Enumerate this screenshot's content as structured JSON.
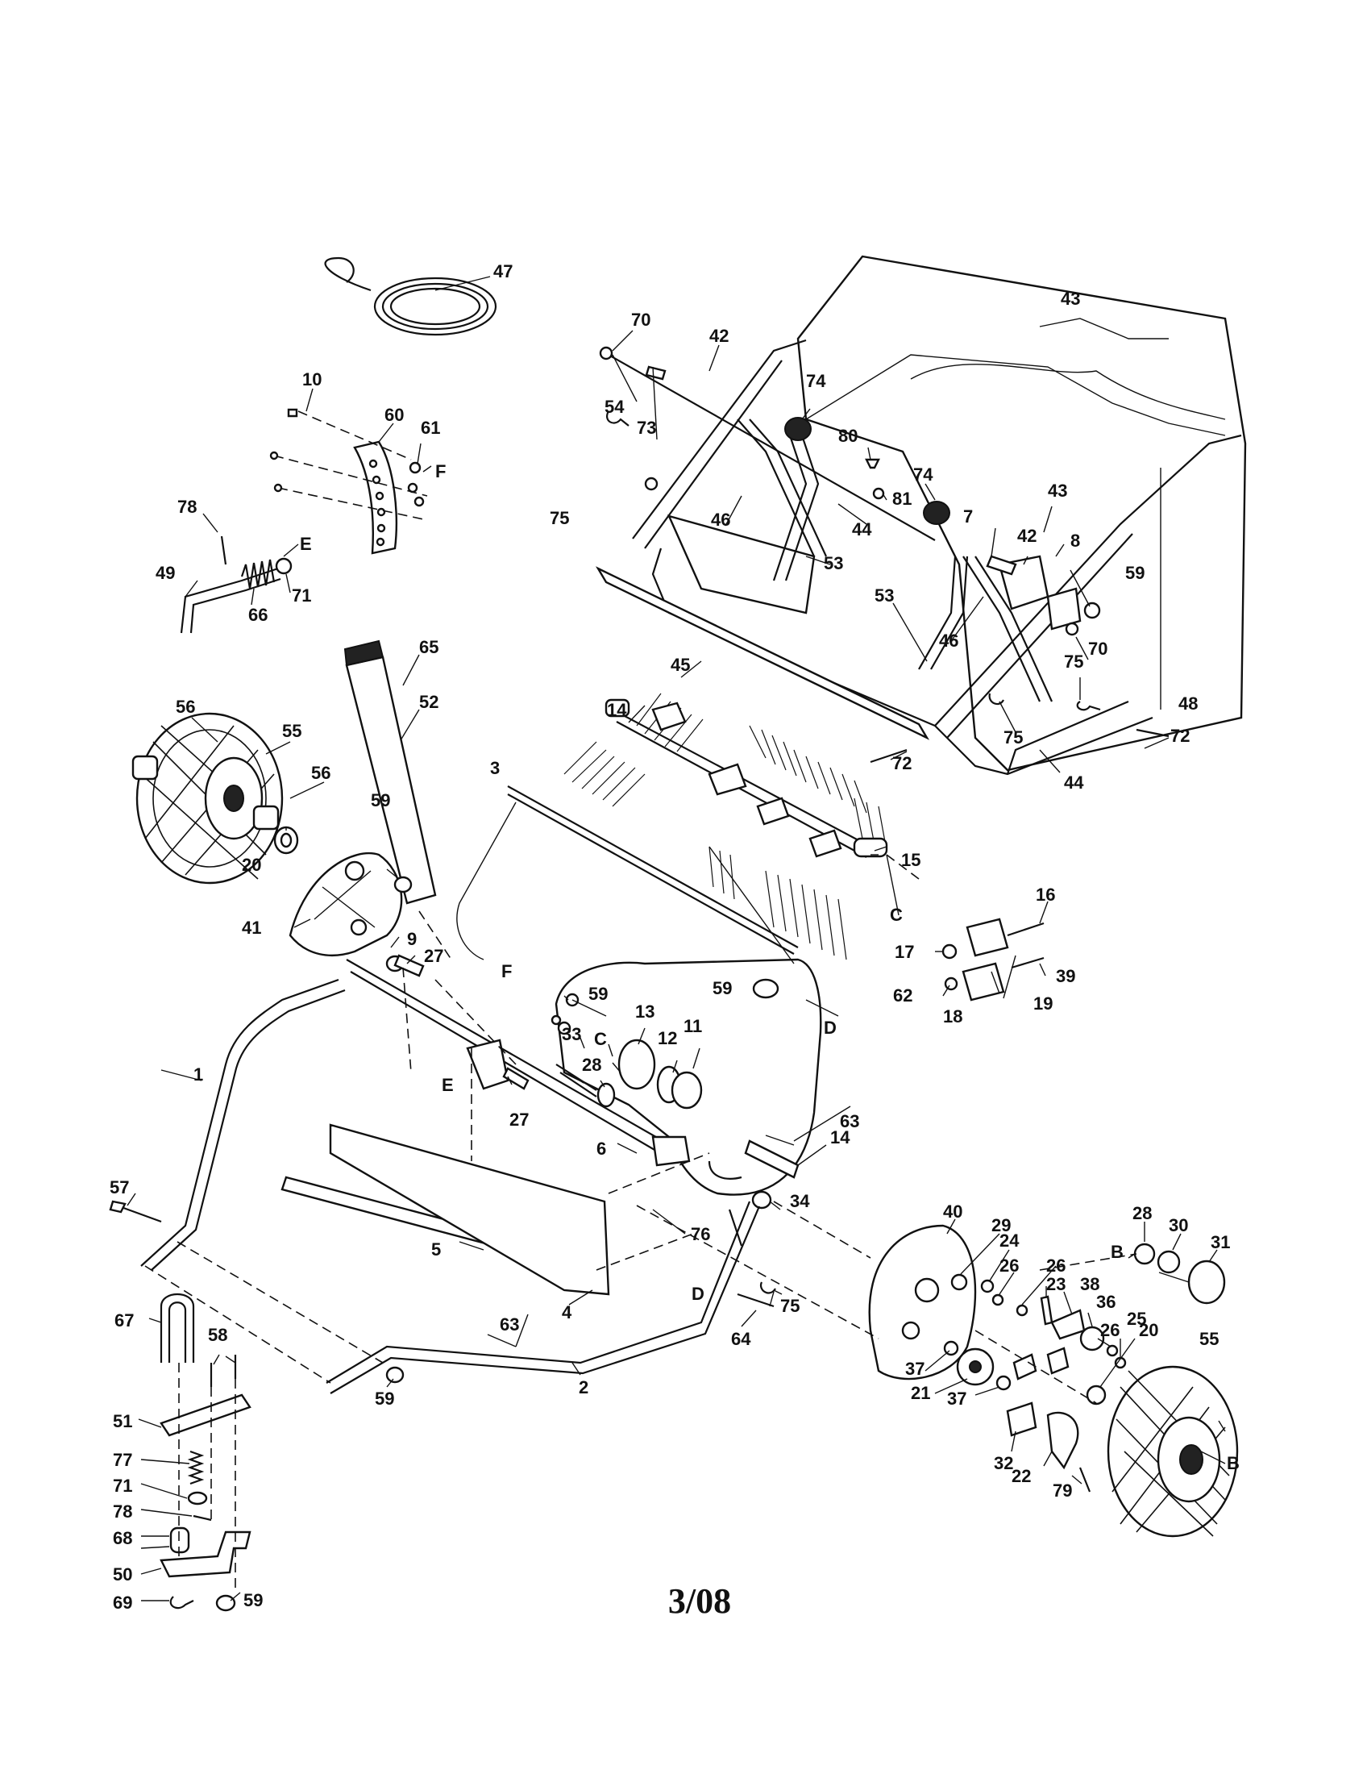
{
  "footer": {
    "date_code": "3/08"
  },
  "callouts": {
    "n1": "1",
    "n2": "2",
    "n3": "3",
    "n4": "4",
    "n5": "5",
    "n6": "6",
    "n7": "7",
    "n8": "8",
    "n9": "9",
    "n10": "10",
    "n11": "11",
    "n12": "12",
    "n13": "13",
    "n14": "14",
    "n15": "15",
    "n16": "16",
    "n17": "17",
    "n18": "18",
    "n19": "19",
    "n20": "20",
    "n21": "21",
    "n22": "22",
    "n23": "23",
    "n24": "24",
    "n25": "25",
    "n26": "26",
    "n27": "27",
    "n28": "28",
    "n29": "29",
    "n30": "30",
    "n31": "31",
    "n32": "32",
    "n33": "33",
    "n34": "34",
    "n36": "36",
    "n37": "37",
    "n38": "38",
    "n39": "39",
    "n40": "40",
    "n41": "41",
    "n42": "42",
    "n43": "43",
    "n44": "44",
    "n45": "45",
    "n46": "46",
    "n47": "47",
    "n48": "48",
    "n49": "49",
    "n50": "50",
    "n51": "51",
    "n52": "52",
    "n53": "53",
    "n54": "54",
    "n55": "55",
    "n56": "56",
    "n57": "57",
    "n58": "58",
    "n59": "59",
    "n60": "60",
    "n61": "61",
    "n62": "62",
    "n63": "63",
    "n64": "64",
    "n65": "65",
    "n66": "66",
    "n67": "67",
    "n68": "68",
    "n69": "69",
    "n70": "70",
    "n71": "71",
    "n72": "72",
    "n73": "73",
    "n74": "74",
    "n75": "75",
    "n76": "76",
    "n77": "77",
    "n78": "78",
    "n79": "79",
    "n80": "80",
    "n81": "81"
  },
  "letters": {
    "B": "B",
    "C": "C",
    "D": "D",
    "E": "E",
    "F": "F"
  }
}
